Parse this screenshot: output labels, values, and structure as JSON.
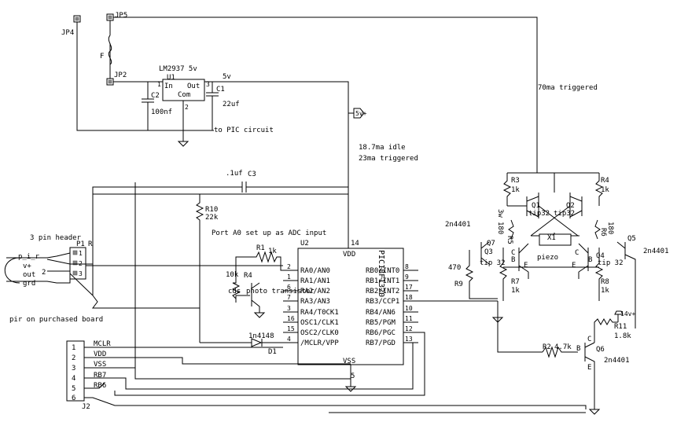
{
  "labels": {
    "jp4": "JP4",
    "jp5": "JP5",
    "jp2": "JP2",
    "fuse": "F",
    "reg_name": "LM2937 5v",
    "reg_ref": "U1",
    "reg_in": "In",
    "reg_out": "Out",
    "reg_com": "Com",
    "reg_pin1": "1",
    "reg_pin2": "2",
    "reg_pin3": "3",
    "c2": "C2",
    "c2_val": "100nf",
    "c1": "C1",
    "c1_val": "22uf",
    "v5": "5v",
    "to_pic": "to PIC circuit",
    "v5_tag": "5v+",
    "idle": "18.7ma idle",
    "trig23": "23ma triggered",
    "trig70": "70ma triggered",
    "c3": "C3",
    "c3_val": ".1uf",
    "r10": "R10",
    "r10_val": "22k",
    "adc_note": "Port A0 set up as ADC input",
    "u2": "U2",
    "vdd_pin": "14",
    "vdd": "VDD",
    "r1": "R1",
    "r1_val": "1k",
    "r4_val": "10k",
    "r4": "R4",
    "cds": "cds",
    "photo": "photo transistor",
    "pic_name": "PIC18F1320",
    "header": "3 pin header",
    "p1": "P1",
    "p1_r": "R",
    "pir": "p_i_r",
    "v_plus": "v+",
    "out": "out",
    "grd": "grd",
    "n2": "2",
    "pir_note": "pir on purchased board",
    "d1_type": "1n4148",
    "d1": "D1",
    "vss": "VSS",
    "vss_pin": "5",
    "j2": "J2",
    "mclr": "MCLR",
    "j_vdd": "VDD",
    "j_vss": "VSS",
    "rb7": "RB7",
    "rb6": "RB6",
    "r3": "R3",
    "r3_val": "1k",
    "r4b": "R4",
    "r4b_val": "1k",
    "q1": "Q1",
    "q2": "Q2",
    "tip1": "tip32",
    "tip2": "tip32",
    "r5": "R5",
    "r5_val": "180",
    "r5_extra": "3w",
    "r6_val": "180",
    "r6": "R6",
    "x1": "X1",
    "piezo": "piezo",
    "q3": "Q3",
    "q4": "Q4",
    "q7": "Q7",
    "q5": "Q5",
    "q6": "Q6",
    "tip3": "tip 32",
    "tip4": "tip 32",
    "t2n_a": "2n4401",
    "t2n_b": "2n4401",
    "t2n_c": "2n4401",
    "r9": "R9",
    "r9_val": "470",
    "r7": "R7",
    "r7_val": "1k",
    "r8": "R8",
    "r8_val": "1k",
    "r2": "R2",
    "r2_val": "4.7k",
    "r11": "R11",
    "r11_val": "1.8k",
    "v14": "14v+",
    "lB": "B",
    "lC": "C",
    "lE": "E"
  },
  "pic_left_pins": [
    {
      "num": "2",
      "name": "RA0/AN0"
    },
    {
      "num": "1",
      "name": "RA1/AN1"
    },
    {
      "num": "6",
      "name": "RA2/AN2"
    },
    {
      "num": "7",
      "name": "RA3/AN3"
    },
    {
      "num": "3",
      "name": "RA4/T0CK1"
    },
    {
      "num": "16",
      "name": "OSC1/CLK1"
    },
    {
      "num": "15",
      "name": "OSC2/CLK0"
    },
    {
      "num": "4",
      "name": "/MCLR/VPP"
    }
  ],
  "pic_right_pins": [
    {
      "num": "8",
      "name": "RB0/INT0"
    },
    {
      "num": "9",
      "name": "RB1/INT1"
    },
    {
      "num": "17",
      "name": "RB2/INT2"
    },
    {
      "num": "18",
      "name": "RB3/CCP1"
    },
    {
      "num": "10",
      "name": "RB4/AN6"
    },
    {
      "num": "11",
      "name": "RB5/PGM"
    },
    {
      "num": "12",
      "name": "RB6/PGC"
    },
    {
      "num": "13",
      "name": "RB7/PGD"
    }
  ],
  "j2_pins": [
    "1",
    "2",
    "3",
    "4",
    "5",
    "6"
  ],
  "p1_pins": [
    "1",
    "2",
    "3"
  ]
}
